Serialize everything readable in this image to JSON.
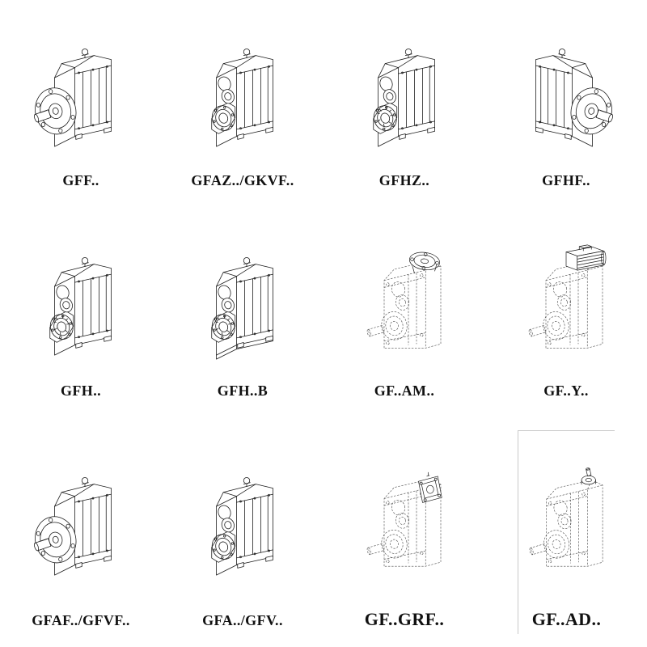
{
  "page": {
    "background": "#ffffff",
    "ink_color": "#1b1b1b",
    "phantom_line_color": "#4d4d4d"
  },
  "catalog": {
    "rows": [
      {
        "cells": [
          {
            "label": "GFF..",
            "drawing": "flange-mounted-helical-gearbox"
          },
          {
            "label": "GFAZ../GKVF..",
            "drawing": "shaft-mounted-helical-gearbox"
          },
          {
            "label": "GFHZ..",
            "drawing": "hollow-shaft-helical-gearbox"
          },
          {
            "label": "GFHF..",
            "drawing": "flange-mounted-gearbox-mirrored"
          }
        ]
      },
      {
        "cells": [
          {
            "label": "GFH..",
            "drawing": "hollow-shaft-gearbox-with-bearing"
          },
          {
            "label": "GFH..B",
            "drawing": "hollow-shaft-gearbox-with-base"
          },
          {
            "label": "GF..AM..",
            "drawing": "phantom-gearbox-with-iec-adapter-flange"
          },
          {
            "label": "GF..Y..",
            "drawing": "phantom-gearbox-with-motor"
          }
        ]
      },
      {
        "cells": [
          {
            "label": "GFAF../GFVF..",
            "drawing": "flange-mounted-helical-gearbox"
          },
          {
            "label": "GFA../GFV..",
            "drawing": "shaft-mounted-helical-gearbox"
          },
          {
            "label": "GF..GRF..",
            "drawing": "phantom-gearbox-with-flange-block"
          },
          {
            "label": "GF..AD..",
            "drawing": "phantom-gearbox-with-input-shaft-adapter"
          }
        ]
      }
    ]
  }
}
